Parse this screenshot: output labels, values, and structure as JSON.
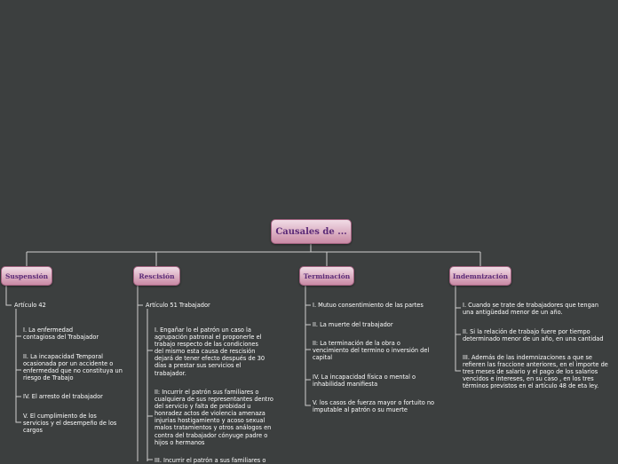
{
  "root": {
    "label": "Causales de ..."
  },
  "branches": [
    {
      "label": "Suspensión",
      "heading": "Artículo 42",
      "items": [
        "I. La enfermedad\ncontagiosa del Trabajador",
        "II. La incapacidad Temporal\nocasionada por un accidente o\nenfermedad que no constituya un\nriesgo de Trabajo",
        "IV. El arresto del trabajador",
        "V. El cumplimiento de los\nservicios y el desempeño de los\ncargos"
      ]
    },
    {
      "label": "Rescisión",
      "heading": "Artículo 51 Trabajador",
      "items": [
        "I. Engañar lo el patrón un caso la\nagrupación patronal el proponerle el\ntrabajo respecto de las condiciones\ndel mismo esta causa de rescisión\ndejará de tener efecto después de 30\ndías a prestar sus servicios el\ntrabajador.",
        "II: Incurrir el patrón sus familiares o\ncualquiera de sus representantes dentro\ndel servicio y falta de probidad u\nhonradez actos de violencia amenaza\ninjurias hostigamiento y acoso sexual\nmalos tratamientos y otros análogos en\ncontra del trabajador cónyuge padre o\nhijos o hermanos",
        "III. Incurrir el patrón a sus familiares o"
      ]
    },
    {
      "label": "Terminación",
      "items": [
        "I. Mutuo consentimiento de las partes",
        "II.  La muerte del trabajador",
        "II: La terminación de la obra o\nvencimiento del termino o inversión del\ncapital",
        "IV. La incapacidad física o mental o\ninhabilidad manifiesta",
        "V.  los casos de fuerza mayor o fortuito no\nimputable al patrón o su muerte"
      ]
    },
    {
      "label": "Indemnización",
      "items": [
        "I. Cuando se trate de trabajadores que tengan\nuna antigüedad menor de un año.",
        "II.     Si la relación de trabajo fuere por tiempo\ndeterminado menor de un año, en una cantidad",
        "III.    Además de las indemnizaciones a que se\nrefieren las fraccione anteriores, en el importe de\ntres meses de salario y el pago de los salarios\nvencidos e intereses, en su caso , en los tres\ntérminos previstos en el artículo 48 de eta ley."
      ]
    }
  ]
}
